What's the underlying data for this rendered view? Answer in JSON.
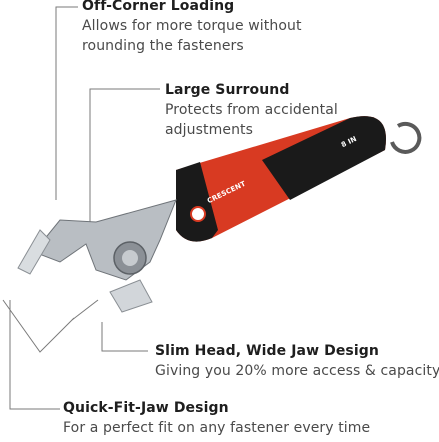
{
  "callouts": {
    "off_corner": {
      "title": "Off-Corner Loading",
      "desc_line1": "Allows for more torque without",
      "desc_line2": "rounding the fasteners"
    },
    "large_surround": {
      "title": "Large Surround",
      "desc_line1": "Protects from accidental",
      "desc_line2": "adjustments"
    },
    "slim_head": {
      "title": "Slim Head, Wide Jaw Design",
      "desc": "Giving you 20% more access & capacity"
    },
    "quick_fit": {
      "title": "Quick-Fit-Jaw Design",
      "desc": "For a perfect fit on any fastener every time"
    }
  },
  "product": {
    "brand_text": "CRESCENT",
    "size_text": "8 IN"
  },
  "colors": {
    "handle_red": "#d83a22",
    "handle_black": "#1a1a1a",
    "steel": "#b9bec3",
    "line": "#7a7a7a"
  }
}
